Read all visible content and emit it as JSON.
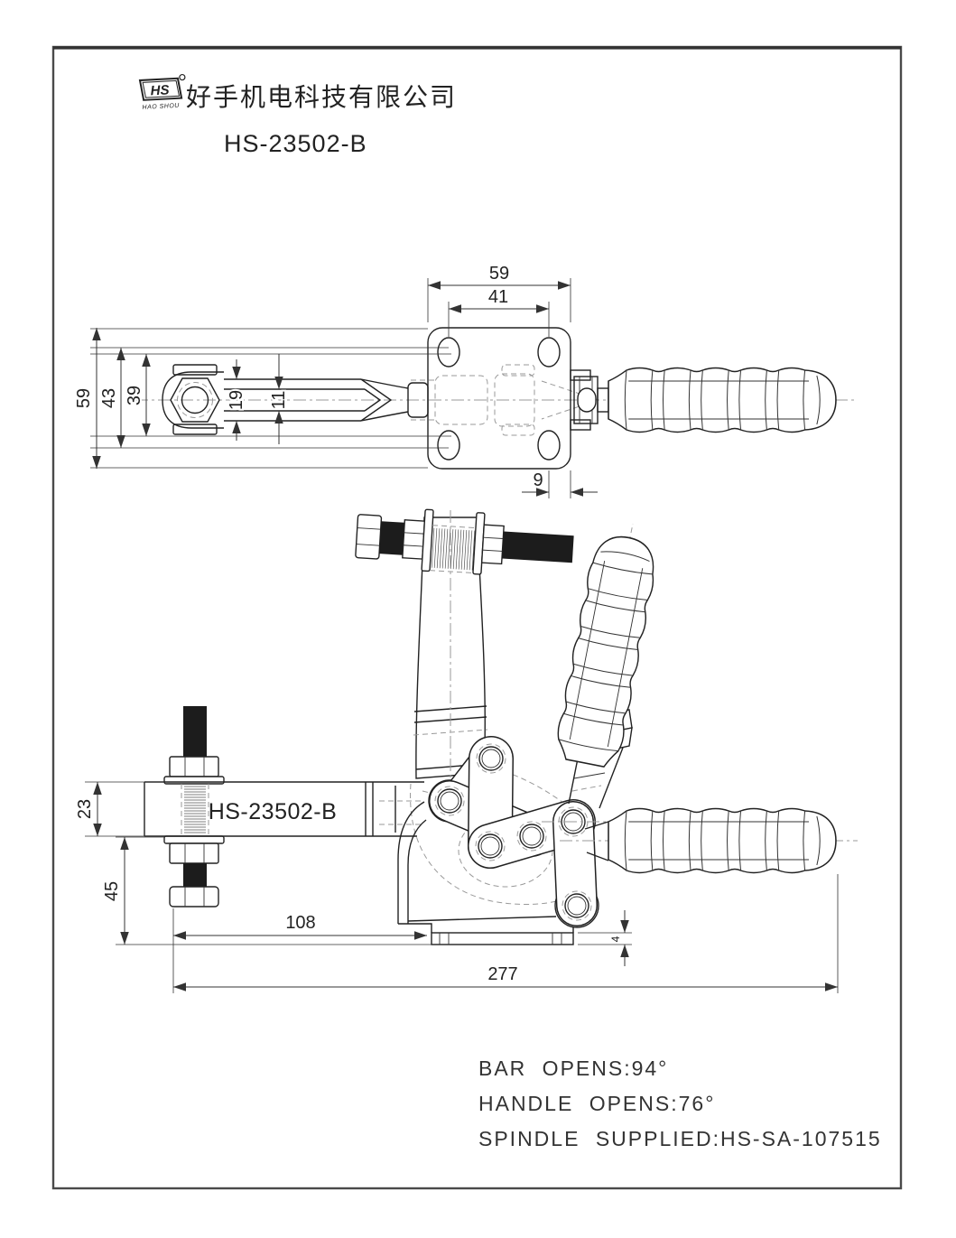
{
  "page": {
    "background": "#ffffff",
    "frame_color": "#4a4a4a",
    "line_color": "#222222"
  },
  "header": {
    "logo_text": "HS",
    "logo_sub": "HAO SHOU",
    "logo_mark": "°",
    "company": "好手机电科技有限公司",
    "title": "HS-23502-B"
  },
  "top_view": {
    "dims": {
      "width": "59",
      "hole_spacing_h": "41",
      "height": "59",
      "hole_spacing_v": "43",
      "clevis_width": "39",
      "bar_outer": "19",
      "bar_inner": "11",
      "edge_offset": "9"
    }
  },
  "side_view": {
    "part_label": "HS-23502-B",
    "dims": {
      "spindle_upper": "23",
      "spindle_lower": "45",
      "base_length": "108",
      "overall_length": "277",
      "flange_thickness": "4"
    }
  },
  "notes": [
    {
      "text": "BAR OPENS:94°"
    },
    {
      "text": "HANDLE OPENS:76°"
    },
    {
      "text": "SPINDLE SUPPLIED:HS-SA-107515"
    }
  ]
}
